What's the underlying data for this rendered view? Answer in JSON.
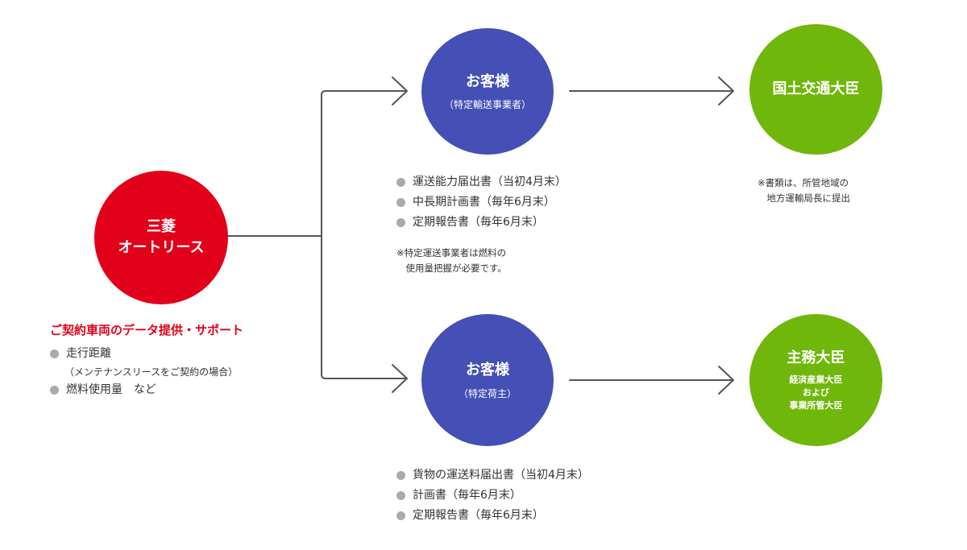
{
  "nodes": {
    "mitsubishi": {
      "line1": "三菱",
      "line2": "オートリース",
      "color": "#e2001a"
    },
    "customer_transport": {
      "title": "お客様",
      "subtitle": "（特定輸送事業者）",
      "color": "#4450b6"
    },
    "customer_shipper": {
      "title": "お客様",
      "subtitle": "（特定荷主）",
      "color": "#4450b6"
    },
    "mlit_minister": {
      "title": "国土交通大臣",
      "color": "#6fb70a"
    },
    "competent_minister": {
      "title": "主務大臣",
      "sub1": "経済産業大臣",
      "sub2": "および",
      "sub3": "事業所管大臣",
      "color": "#6fb70a"
    }
  },
  "support": {
    "heading": "ご契約車両のデータ提供・サポート",
    "items": [
      {
        "label": "走行距離",
        "sub": "（メンテナンスリースをご契約の場合）"
      },
      {
        "label": "燃料使用量　など"
      }
    ]
  },
  "transport_reports": [
    "運送能力届出書（当初4月末）",
    "中長期計画書（毎年6月末）",
    "定期報告書（毎年6月末）"
  ],
  "transport_note": "※特定運送事業者は燃料の\n　使用量把握が必要です。",
  "shipper_reports": [
    "貨物の運送料届出書（当初4月末）",
    "計画書（毎年6月末）",
    "定期報告書（毎年6月末）"
  ],
  "mlit_note": "※書類は、所管地域の\n　地方運輸局長に提出"
}
